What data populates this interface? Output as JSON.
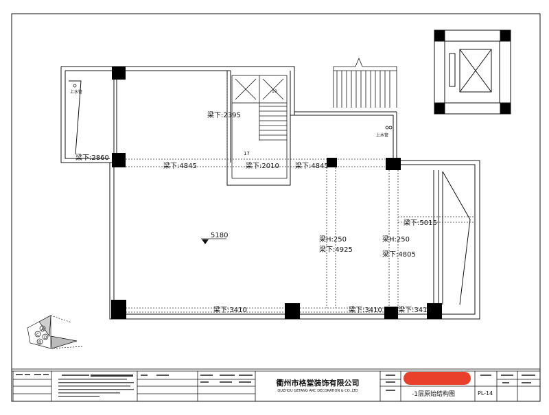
{
  "labels": {
    "water_left": "上水管",
    "water_right": "上水管",
    "beam_2395": "梁下:2395",
    "beam_2860": "梁下:2860",
    "beam_4845_left": "梁下:4845",
    "beam_2010": "梁下:2010",
    "beam_4845_right": "梁下:4845",
    "beam_5015": "梁下:5015",
    "beam_h250_a": "梁H:250",
    "beam_4925": "梁下:4925",
    "beam_h250_b": "梁H:250",
    "beam_4805": "梁下:4805",
    "beam_3410_a": "梁下:3410",
    "beam_3410_b": "梁下:3410",
    "beam_3410_c": "梁下:3410",
    "elevation": "5180",
    "stair_step_17": "17",
    "stair_step_10": "10"
  },
  "compass": {
    "letters": [
      "A",
      "B",
      "C",
      "D"
    ]
  },
  "title_block": {
    "company_cn": "衢州市格堂装饰有限公司",
    "company_en": "QUZHOU GETANG ARC DECORATION & CO.,LTD",
    "drawing_title": "-1层原始结构图",
    "drawing_no": "PL-14"
  },
  "colors": {
    "line": "#111111",
    "column": "#000000",
    "redaction": "#e8402b"
  }
}
